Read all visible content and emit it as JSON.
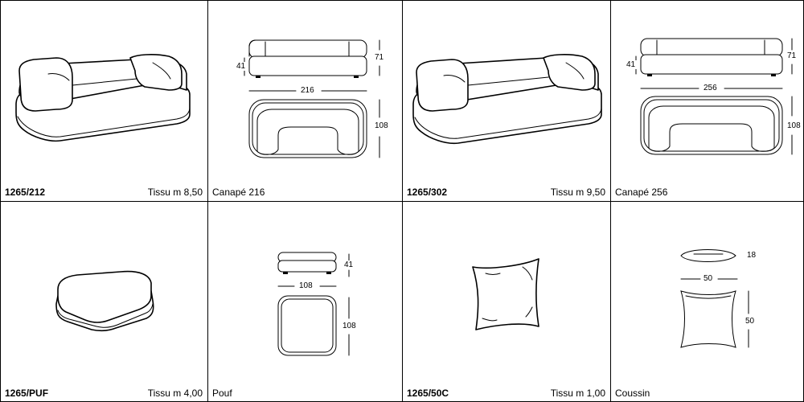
{
  "products": [
    {
      "code": "1265/212",
      "fabric": "Tissu m 8,50",
      "name": "Canapé 216",
      "width": "216",
      "height": "71",
      "seat_height": "41",
      "depth": "108"
    },
    {
      "code": "1265/302",
      "fabric": "Tissu m 9,50",
      "name": "Canapé 256",
      "width": "256",
      "height": "71",
      "seat_height": "41",
      "depth": "108"
    },
    {
      "code": "1265/PUF",
      "fabric": "Tissu m 4,00",
      "name": "Pouf",
      "width": "108",
      "height": "41",
      "depth": "108"
    },
    {
      "code": "1265/50C",
      "fabric": "Tissu m 1,00",
      "name": "Coussin",
      "width": "50",
      "height": "18",
      "depth": "50"
    }
  ]
}
